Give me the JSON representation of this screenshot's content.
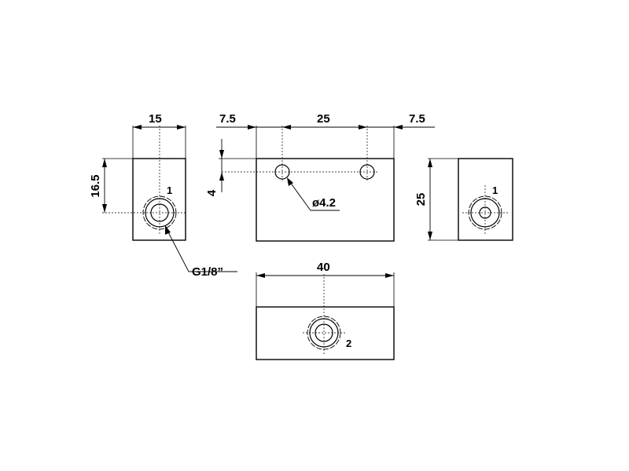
{
  "dimensions": {
    "side_width": "15",
    "side_height": "16.5",
    "left_offset": "7.5",
    "hole_spacing": "25",
    "right_offset": "7.5",
    "hole_height": "4",
    "hole_diameter": "ø4.2",
    "block_height": "25",
    "block_length": "40"
  },
  "ports": {
    "left_port": "1",
    "right_port": "1",
    "bottom_port": "2",
    "thread": "G1/8”"
  }
}
